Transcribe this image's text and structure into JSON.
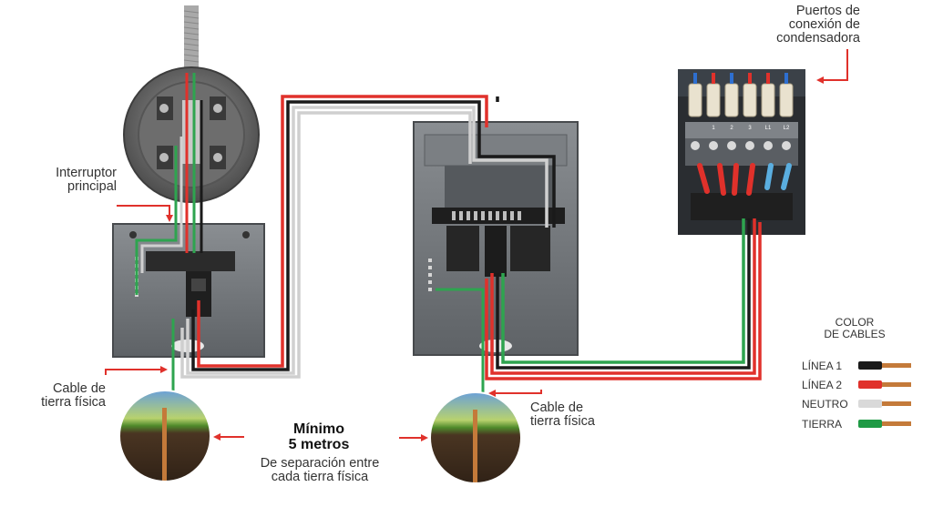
{
  "labels": {
    "condenser_ports": [
      "Puertos de",
      "conexión de",
      "condensadora"
    ],
    "main_breaker": [
      "Interruptor",
      "principal"
    ],
    "ground_cable_left": [
      "Cable de",
      "tierra física"
    ],
    "ground_cable_right": [
      "Cable de",
      "tierra física"
    ],
    "separation_bold": [
      "Mínimo",
      "5 metros"
    ],
    "separation_text": [
      "De separación entre",
      "cada tierra física"
    ]
  },
  "legend": {
    "title": [
      "COLOR",
      "DE CABLES"
    ],
    "items": [
      {
        "label": "LÍNEA 1",
        "color": "#1a1a1a"
      },
      {
        "label": "LÍNEA 2",
        "color": "#e0312b"
      },
      {
        "label": "NEUTRO",
        "color": "#d9d9d9"
      },
      {
        "label": "TIERRA",
        "color": "#1f9a45"
      }
    ]
  },
  "terminal_labels": [
    "1",
    "2",
    "3",
    "L1",
    "L2"
  ],
  "colors": {
    "line1": "#1a1a1a",
    "line2": "#e0312b",
    "neutral": "#cfcfcf",
    "ground": "#2ea44f",
    "arrow": "#e0312b",
    "panel": "#6f7377",
    "copper": "#c47a3a"
  }
}
